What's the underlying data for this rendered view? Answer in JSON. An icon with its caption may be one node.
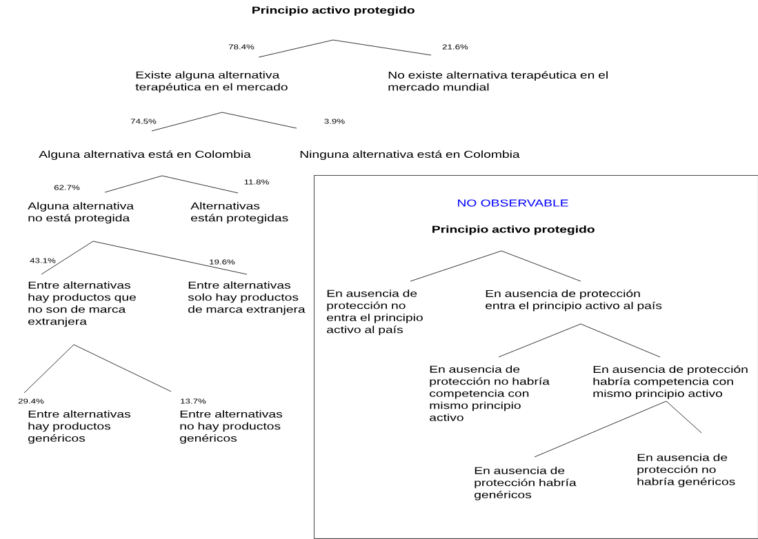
{
  "diagram": {
    "nodes": [
      {
        "text": [
          "Principio activo protegido"
        ]
      },
      {
        "text": [
          "Existe alguna alternativa terapéutica en el mercado"
        ]
      },
      {
        "text": [
          "No existe alternativa terapéutica en el mercado mundial"
        ]
      },
      {
        "text": [
          "Alguna alternativa está en Colombia"
        ]
      },
      {
        "text": [
          "Ninguna alternativa está en Colombia"
        ]
      },
      {
        "text": [
          "Alguna alternativa no está protegida"
        ]
      },
      {
        "text": [
          "Alternativas están protegidas"
        ]
      },
      {
        "text": [
          "Entre alternativas hay productos que no son de marca extranjera"
        ]
      },
      {
        "text": [
          "Entre alternativas solo hay productos de marca extranjera"
        ]
      },
      {
        "text": [
          "Entre alternativas hay productos genéricos"
        ]
      },
      {
        "text": [
          "Entre alternativas no hay productos genéricos"
        ]
      },
      {
        "text": [
          "NO OBSERVABLE"
        ]
      },
      {
        "text": [
          "Principio activo protegido"
        ],
        "in": 11
      },
      {
        "text": [
          "En ausencia de protección no entra el principio activo al país"
        ],
        "in": 11
      },
      {
        "text": [
          "En ausencia de protección entra el principio activo al país"
        ],
        "in": 11
      },
      {
        "text": [
          "En ausencia de protección no habría competencia con mismo principio activo"
        ],
        "in": 11
      },
      {
        "text": [
          "En ausencia de protección habría competencia con mismo principio activo"
        ],
        "in": 11
      },
      {
        "text": [
          "En ausencia de protección habría genéricos"
        ],
        "in": 11
      },
      {
        "text": [
          "En ausencia de protección no habría genéricos"
        ],
        "in": 11
      }
    ],
    "edges": [
      {
        "from": 0,
        "to": 1,
        "arrow": "none",
        "label": "78.4%"
      },
      {
        "from": 0,
        "to": 2,
        "arrow": "none",
        "label": "21.6%"
      },
      {
        "from": 1,
        "to": 3,
        "arrow": "none",
        "label": "74.5%"
      },
      {
        "from": 1,
        "to": 4,
        "arrow": "none",
        "label": "3.9%"
      },
      {
        "from": 3,
        "to": 5,
        "arrow": "none",
        "label": "62.7%"
      },
      {
        "from": 3,
        "to": 6,
        "arrow": "none",
        "label": "11.8%"
      },
      {
        "from": 5,
        "to": 7,
        "arrow": "none",
        "label": "43.1%"
      },
      {
        "from": 5,
        "to": 8,
        "arrow": "none",
        "label": "19.6%"
      },
      {
        "from": 7,
        "to": 9,
        "arrow": "none",
        "label": "29.4%"
      },
      {
        "from": 7,
        "to": 10,
        "arrow": "none",
        "label": "13.7%"
      },
      {
        "from": 12,
        "to": 13,
        "arrow": "none"
      },
      {
        "from": 12,
        "to": 14,
        "arrow": "none"
      },
      {
        "from": 14,
        "to": 15,
        "arrow": "none"
      },
      {
        "from": 14,
        "to": 16,
        "arrow": "none"
      },
      {
        "from": 16,
        "to": 17,
        "arrow": "none"
      },
      {
        "from": 16,
        "to": 18,
        "arrow": "none"
      }
    ]
  }
}
